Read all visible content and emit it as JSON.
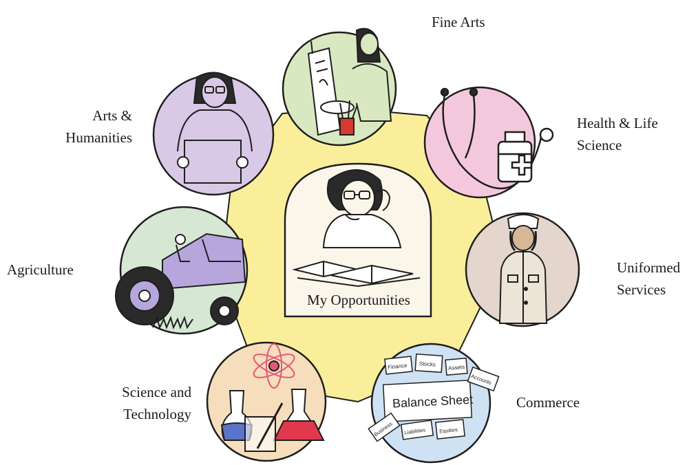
{
  "center": {
    "label": "My Opportunities"
  },
  "fields": {
    "fine_arts": {
      "lines": [
        "Fine Arts"
      ]
    },
    "arts_humanities": {
      "lines": [
        "Arts &",
        "Humanities"
      ]
    },
    "health_life_science": {
      "lines": [
        "Health & Life",
        "Science"
      ]
    },
    "agriculture": {
      "lines": [
        "Agriculture"
      ]
    },
    "uniformed_services": {
      "lines": [
        "Uniformed",
        "Services"
      ]
    },
    "science_technology": {
      "lines": [
        "Science and",
        "Technology"
      ]
    },
    "commerce": {
      "lines": [
        "Commerce"
      ],
      "cards": {
        "balance_sheet": "Balance Sheet",
        "finance": "Finance",
        "stocks": "Stocks",
        "assets": "Assets",
        "accounts": "Accounts",
        "business": "Business",
        "liabilities": "Liabilities",
        "equities": "Equities"
      }
    }
  },
  "colors": {
    "hub": "#fbee9a",
    "fine_arts": "#d8e8c0",
    "arts_humanities": "#d9c8e6",
    "health_life_science": "#f4c8dc",
    "agriculture": "#d6e8d4",
    "uniformed_services": "#e4d6cc",
    "science_technology": "#f6ddbb",
    "commerce": "#cfe2f4",
    "center_panel": "#fbf6ea",
    "outline": "#1e1e1e"
  },
  "icons": {
    "fine_arts": "painter-at-easel-icon",
    "arts_humanities": "woman-holding-board-icon",
    "health_life_science": "stethoscope-and-bottle-icon",
    "agriculture": "tractor-icon",
    "uniformed_services": "uniformed-officer-icon",
    "science_technology": "atom-and-flasks-icon",
    "commerce": "balance-sheet-cards-icon",
    "center": "student-thinking-icon"
  }
}
